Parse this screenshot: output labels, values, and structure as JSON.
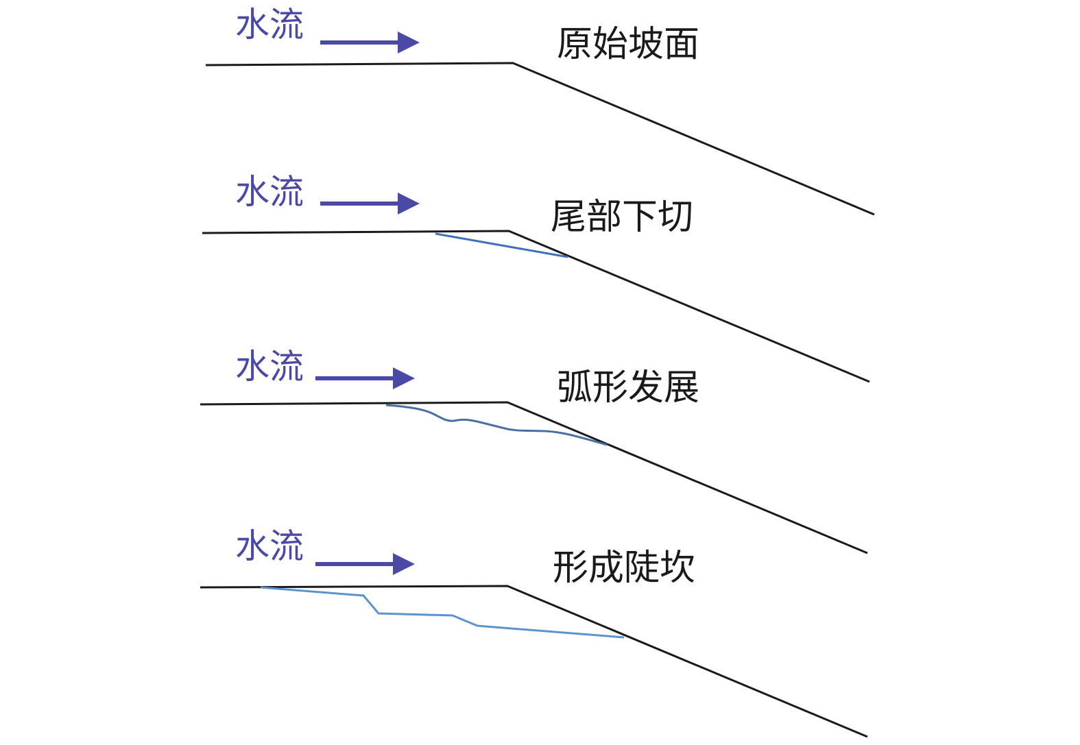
{
  "flow_label": "水流",
  "colors": {
    "flow": "#4a4aa6",
    "slope": "#1a1a1a",
    "erosion_1": "#3f6fc0",
    "erosion_2": "#4a6fa5",
    "erosion_3": "#5b93cf"
  },
  "stages": [
    {
      "title": "原始坡面"
    },
    {
      "title": "尾部下切"
    },
    {
      "title": "弧形发展"
    },
    {
      "title": "形成陡坎"
    }
  ]
}
